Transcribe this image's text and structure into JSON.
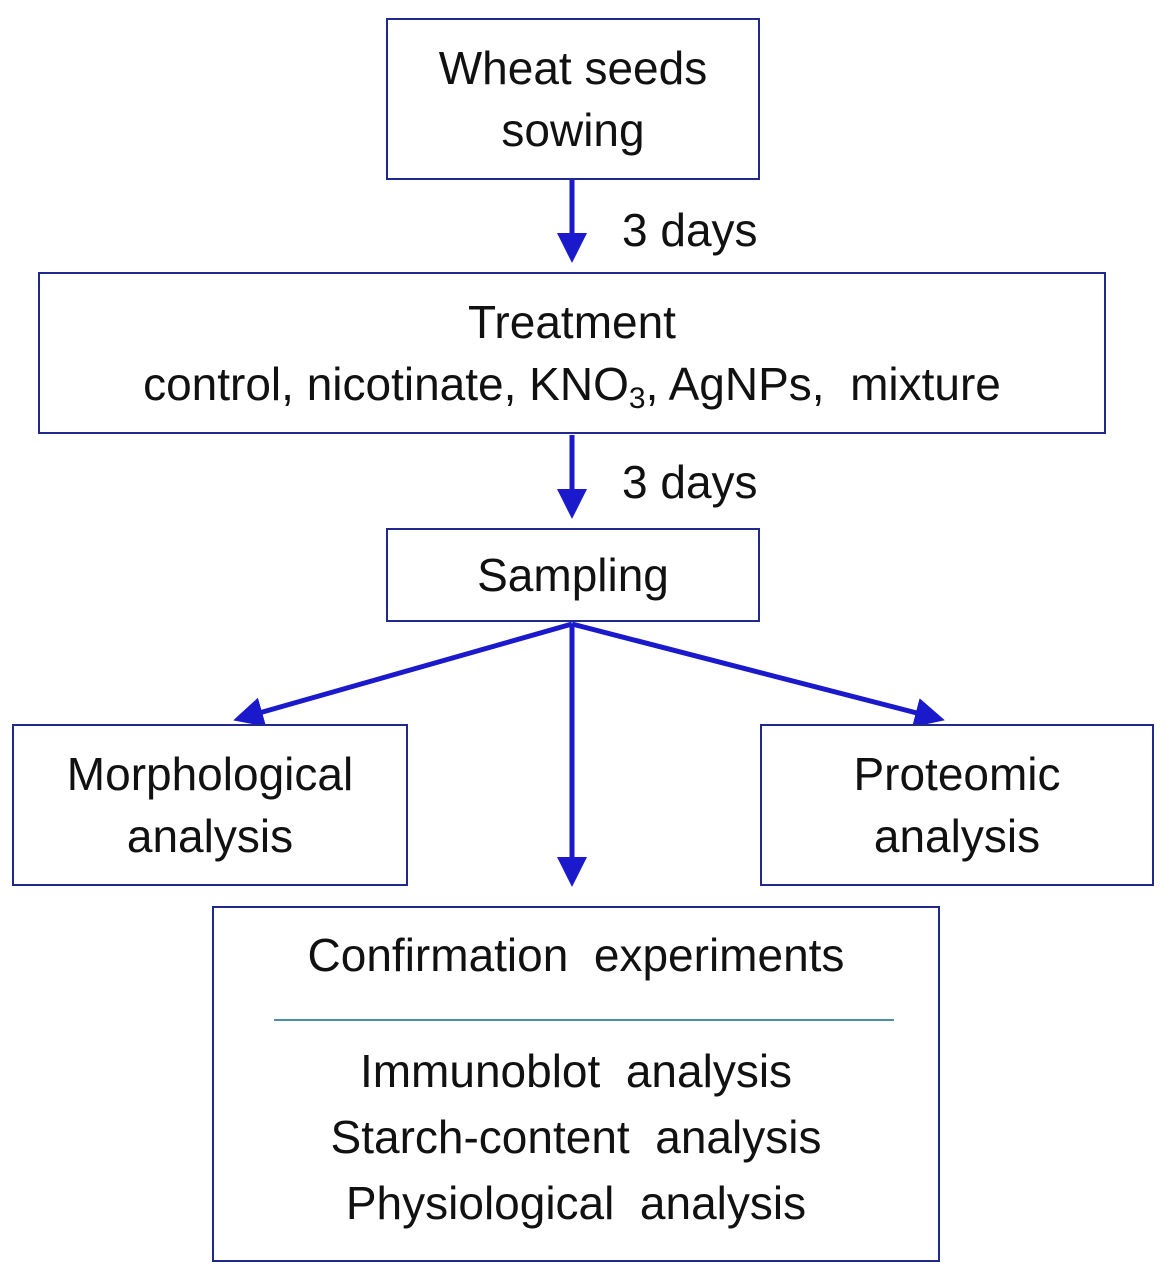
{
  "nodes": {
    "sowing": {
      "line1": "Wheat seeds",
      "line2": "sowing"
    },
    "treatment": {
      "title": "Treatment",
      "items_prefix": "control, nicotinate, KNO",
      "items_sub": "3",
      "items_suffix": ", AgNPs,  mixture"
    },
    "sampling": {
      "label": "Sampling"
    },
    "morphological": {
      "line1": "Morphological",
      "line2": "analysis"
    },
    "proteomic": {
      "line1": "Proteomic",
      "line2": "analysis"
    },
    "confirmation": {
      "title": "Confirmation  experiments",
      "items": [
        "Immunoblot  analysis",
        "Starch-content  analysis",
        "Physiological  analysis"
      ]
    }
  },
  "edges": {
    "sowing_to_treatment": "3 days",
    "treatment_to_sampling": "3 days"
  },
  "colors": {
    "arrow": "#1a1acc",
    "box_border": "#1f2a8c",
    "divider": "#4a8fa8"
  }
}
